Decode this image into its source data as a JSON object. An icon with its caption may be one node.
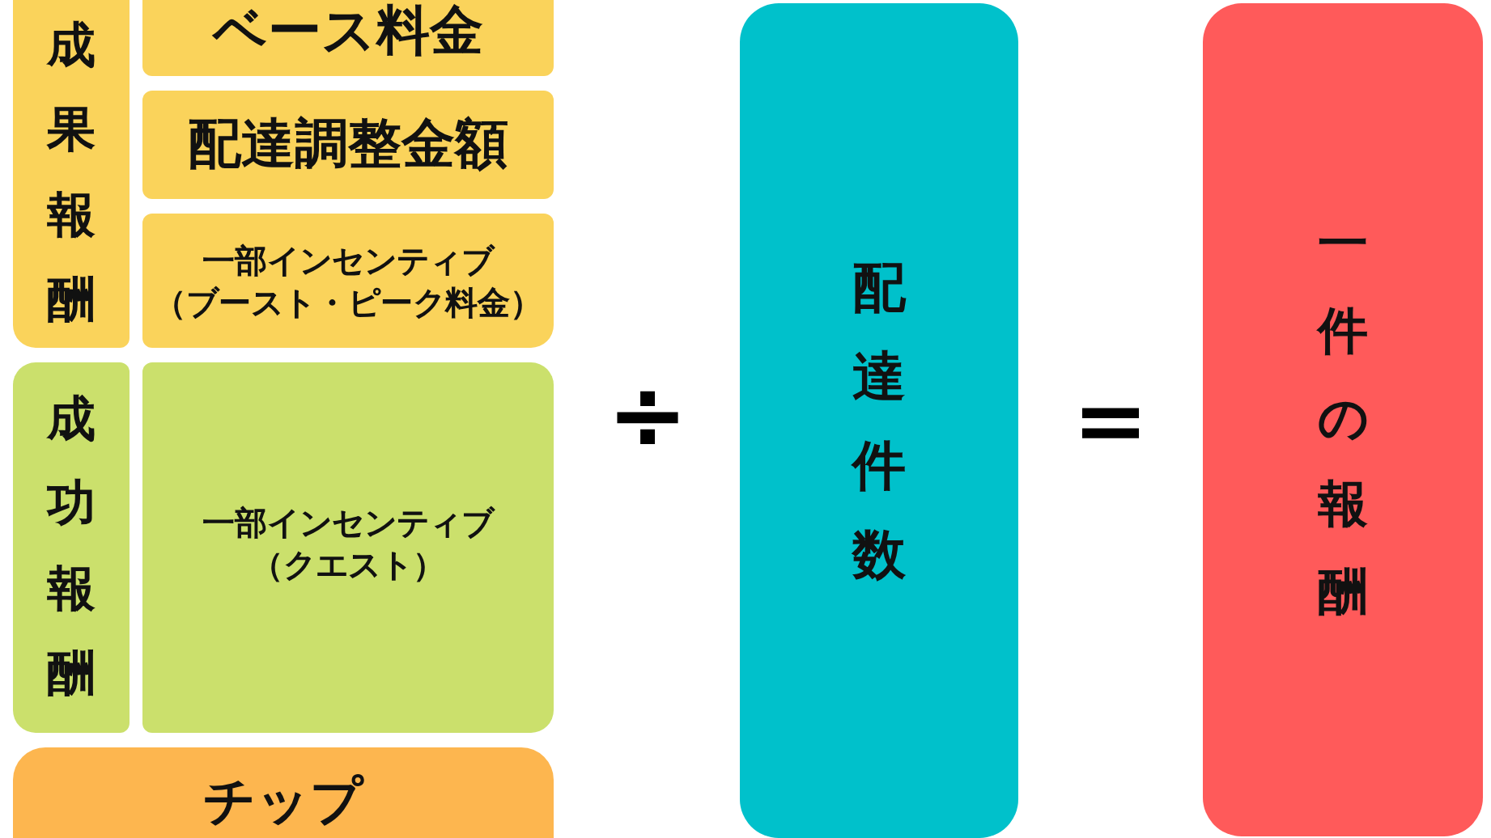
{
  "diagram": {
    "nodes": [
      {
        "text": [
          "成果報酬"
        ]
      },
      {
        "text": [
          "ベース料金"
        ]
      },
      {
        "text": [
          "配達調整金額"
        ]
      },
      {
        "text": [
          "一部インセンティブ",
          "（ブースト・ピーク料金）"
        ]
      },
      {
        "text": [
          "成功報酬"
        ]
      },
      {
        "text": [
          "一部インセンティブ",
          "（クエスト）"
        ]
      },
      {
        "text": [
          "チップ"
        ]
      },
      {
        "text": [
          "配達件数"
        ]
      },
      {
        "text": [
          "一件の報酬"
        ]
      }
    ],
    "labels": [
      "÷",
      "＝"
    ]
  }
}
